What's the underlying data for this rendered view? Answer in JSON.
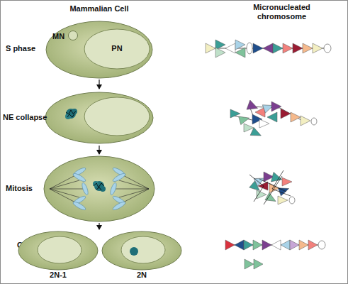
{
  "diagram": {
    "nodes": [
      {
        "text": [
          "MN"
        ]
      },
      {
        "text": [
          "PN"
        ]
      },
      {
        "text": [
          "2N-1"
        ]
      },
      {
        "text": [
          "2N"
        ]
      }
    ],
    "labels": [
      "Mammalian Cell",
      "Micronucleated chromosome",
      "S phase",
      "NE collapse",
      "Mitosis",
      "G1"
    ]
  }
}
